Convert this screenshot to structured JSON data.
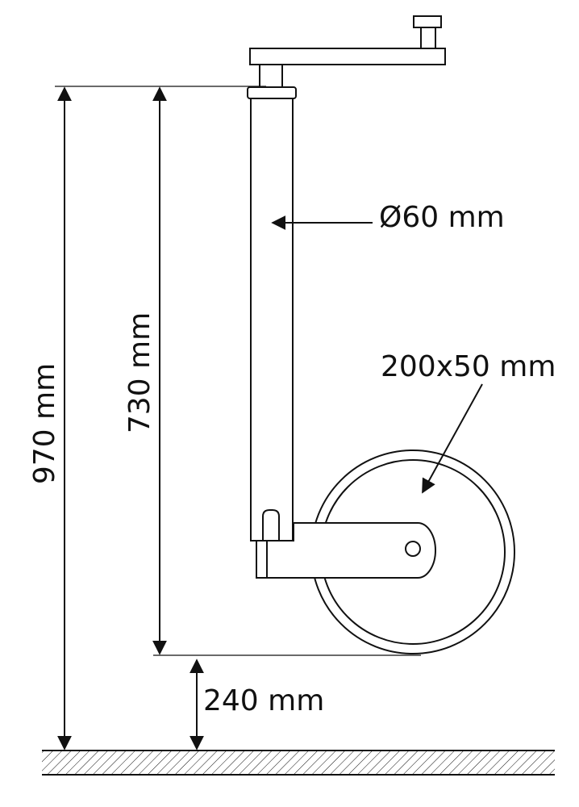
{
  "dimensions": {
    "total_height": "970 mm",
    "tube_height": "730 mm",
    "ground_clearance": "240 mm",
    "tube_diameter": "Ø60 mm",
    "wheel_size": "200x50 mm"
  },
  "colors": {
    "stroke": "#111111",
    "background": "#ffffff"
  }
}
